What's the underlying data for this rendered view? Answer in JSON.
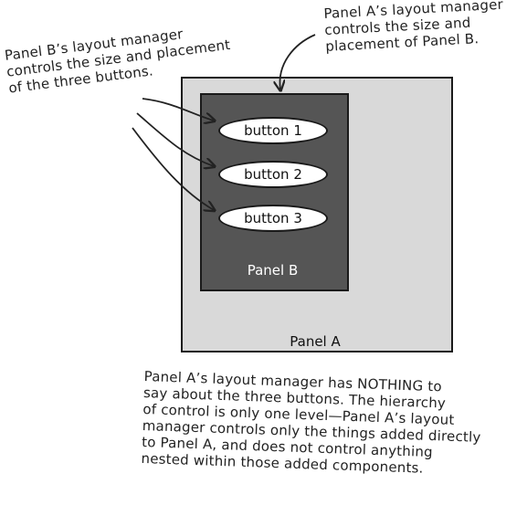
{
  "notes": {
    "top_right": "Panel A’s layout manager\ncontrols the size and\nplacement of Panel B.",
    "left": "Panel B’s layout manager\ncontrols the size and placement\nof the three buttons.",
    "bottom": "Panel A’s layout manager has NOTHING to\nsay about the three buttons. The hierarchy\nof control is only one level—Panel A’s layout\nmanager controls only the things added directly\nto Panel A, and does not control anything\nnested within those added components."
  },
  "panels": {
    "panel_a_label": "Panel A",
    "panel_b_label": "Panel B"
  },
  "buttons": [
    "button 1",
    "button 2",
    "button 3"
  ],
  "colors": {
    "panel_a_fill": "#d9d9d9",
    "panel_b_fill": "#555555",
    "button_fill": "#ffffff",
    "outline": "#1a1a1a"
  }
}
